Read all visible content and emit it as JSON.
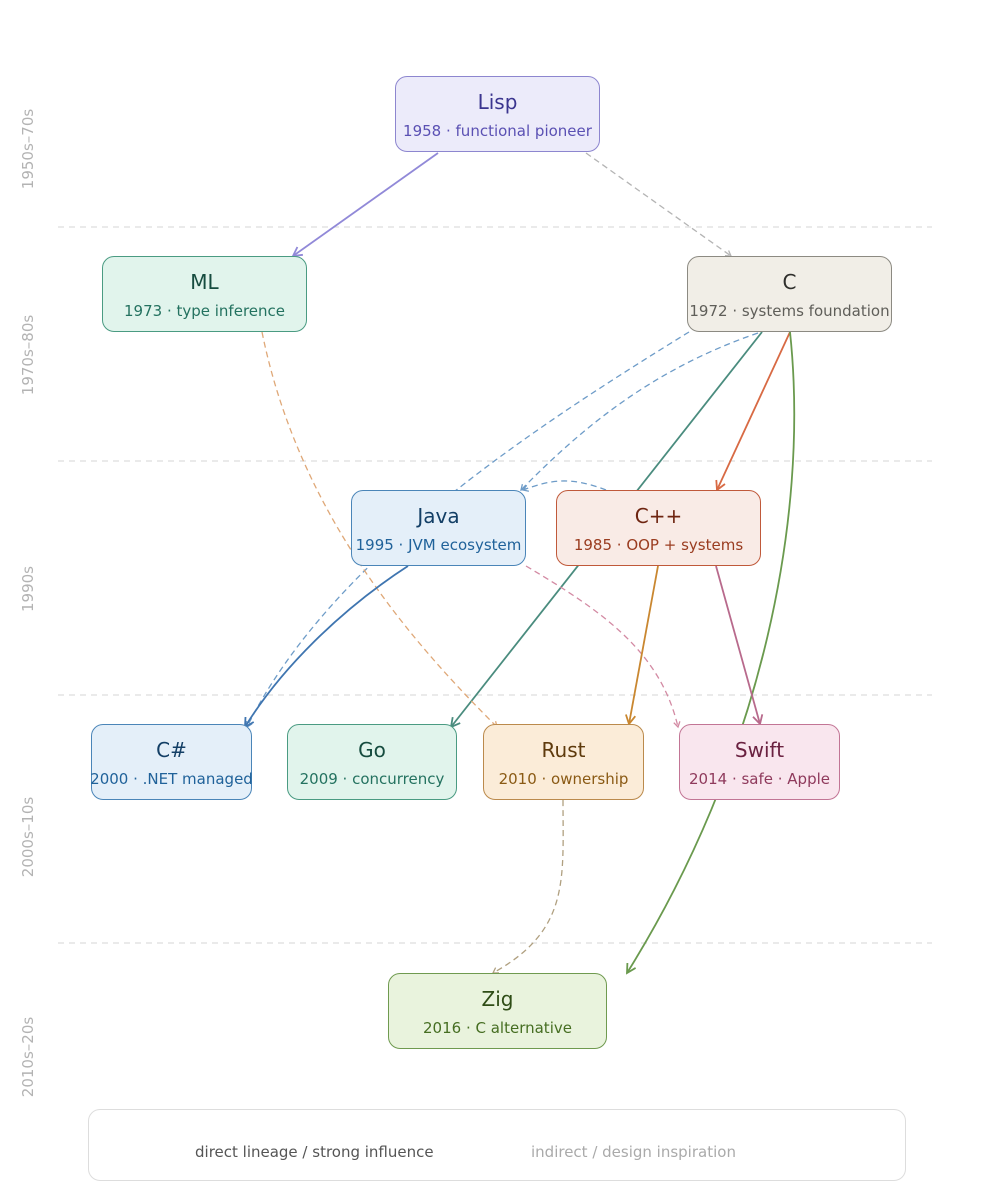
{
  "eras": [
    "1950s–70s",
    "1970s–80s",
    "1990s",
    "2000s–10s",
    "2010s–20s"
  ],
  "nodes": {
    "lisp": {
      "name": "Lisp",
      "sub": "1958 · functional pioneer",
      "fill": "#ecebfa",
      "stroke": "#8d86cf",
      "name_color": "#3b358f",
      "sub_color": "#5a50b3"
    },
    "ml": {
      "name": "ML",
      "sub": "1973 · type inference",
      "fill": "#e1f4ec",
      "stroke": "#4a9b82",
      "name_color": "#164c3f",
      "sub_color": "#247260"
    },
    "c": {
      "name": "C",
      "sub": "1972 · systems foundation",
      "fill": "#f1eee7",
      "stroke": "#8c8a82",
      "name_color": "#2f2f2c",
      "sub_color": "#5f5e59"
    },
    "java": {
      "name": "Java",
      "sub": "1995 · JVM ecosystem",
      "fill": "#e4eff9",
      "stroke": "#4a85b8",
      "name_color": "#133f66",
      "sub_color": "#20629a"
    },
    "cpp": {
      "name": "C++",
      "sub": "1985 · OOP + systems",
      "fill": "#f9ebe6",
      "stroke": "#c0593a",
      "name_color": "#6e2410",
      "sub_color": "#9a3c20"
    },
    "csharp": {
      "name": "C#",
      "sub": "2000 · .NET managed",
      "fill": "#e4eff9",
      "stroke": "#4a85b8",
      "name_color": "#133f66",
      "sub_color": "#20629a"
    },
    "go": {
      "name": "Go",
      "sub": "2009 · concurrency",
      "fill": "#e1f4ec",
      "stroke": "#4a9b82",
      "name_color": "#164c3f",
      "sub_color": "#247260"
    },
    "rust": {
      "name": "Rust",
      "sub": "2010 · ownership",
      "fill": "#fbecd8",
      "stroke": "#bb8a4c",
      "name_color": "#5e3a0c",
      "sub_color": "#8a5a14"
    },
    "swift": {
      "name": "Swift",
      "sub": "2014 · safe · Apple",
      "fill": "#f9e6ee",
      "stroke": "#c27595",
      "name_color": "#6a2140",
      "sub_color": "#8f3a5c"
    },
    "zig": {
      "name": "Zig",
      "sub": "2016 · C alternative",
      "fill": "#e9f3dd",
      "stroke": "#6f9a4f",
      "name_color": "#2f4d16",
      "sub_color": "#466e22"
    }
  },
  "edges": [
    {
      "from": "lisp",
      "to": "ml",
      "style": "solid",
      "color": "#9189d8"
    },
    {
      "from": "lisp",
      "to": "c",
      "style": "dashed",
      "color": "#b4b4b4"
    },
    {
      "from": "c",
      "to": "cpp",
      "style": "solid",
      "color": "#d86a44"
    },
    {
      "from": "c",
      "to": "go",
      "style": "solid",
      "color": "#4a8c7e"
    },
    {
      "from": "c",
      "to": "zig",
      "style": "solid",
      "color": "#6a9a4e"
    },
    {
      "from": "c",
      "to": "java",
      "style": "dashed",
      "color": "#6e9cc8"
    },
    {
      "from": "c",
      "to": "csharp",
      "style": "dashed",
      "color": "#6e9cc8"
    },
    {
      "from": "ml",
      "to": "rust",
      "style": "dashed",
      "color": "#dfa878"
    },
    {
      "from": "java",
      "to": "csharp",
      "style": "solid",
      "color": "#3f75b0"
    },
    {
      "from": "java",
      "to": "swift",
      "style": "dashed",
      "color": "#d38aa3"
    },
    {
      "from": "cpp",
      "to": "rust",
      "style": "solid",
      "color": "#c98730"
    },
    {
      "from": "cpp",
      "to": "swift",
      "style": "solid",
      "color": "#b86a8c"
    },
    {
      "from": "cpp",
      "to": "java",
      "style": "dashed",
      "color": "#6e9cc8"
    },
    {
      "from": "rust",
      "to": "zig",
      "style": "dashed",
      "color": "#b0a080"
    }
  ],
  "legend": {
    "direct_label": "direct lineage / strong influence",
    "indirect_label": "indirect / design inspiration",
    "direct_color": "#666666",
    "indirect_color": "#999999",
    "direct_text_color": "#555555",
    "indirect_text_color": "#aaaaaa"
  },
  "separator_color": "#dddddd"
}
